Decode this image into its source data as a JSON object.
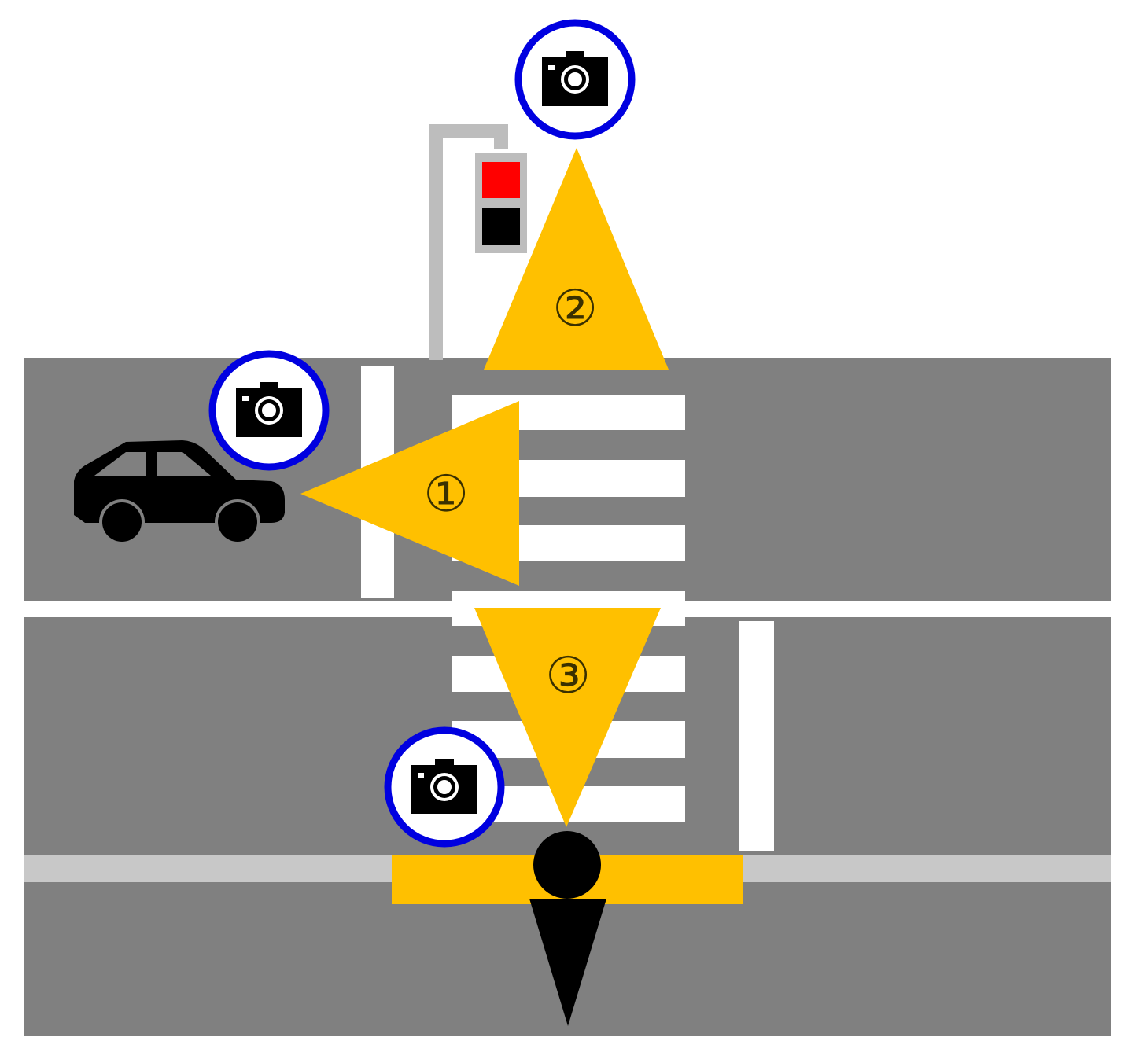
{
  "colors": {
    "road": "#808080",
    "marking": "#ffffff",
    "sidewalk_line": "#c8c8c8",
    "signal_pole": "#bdbdbd",
    "signal_red": "#ff0000",
    "signal_off": "#000000",
    "view_cone": "#ffc000",
    "camera_ring": "#0000e0",
    "figure": "#000000"
  },
  "cameras": [
    {
      "id": 1,
      "icon": "camera-icon",
      "label": "①"
    },
    {
      "id": 2,
      "icon": "camera-icon",
      "label": "②"
    },
    {
      "id": 3,
      "icon": "camera-icon",
      "label": "③"
    }
  ],
  "vehicle": {
    "icon": "car-icon"
  },
  "pedestrian": {
    "icon": "pedestrian-icon"
  },
  "traffic_signal": {
    "state": "red"
  }
}
